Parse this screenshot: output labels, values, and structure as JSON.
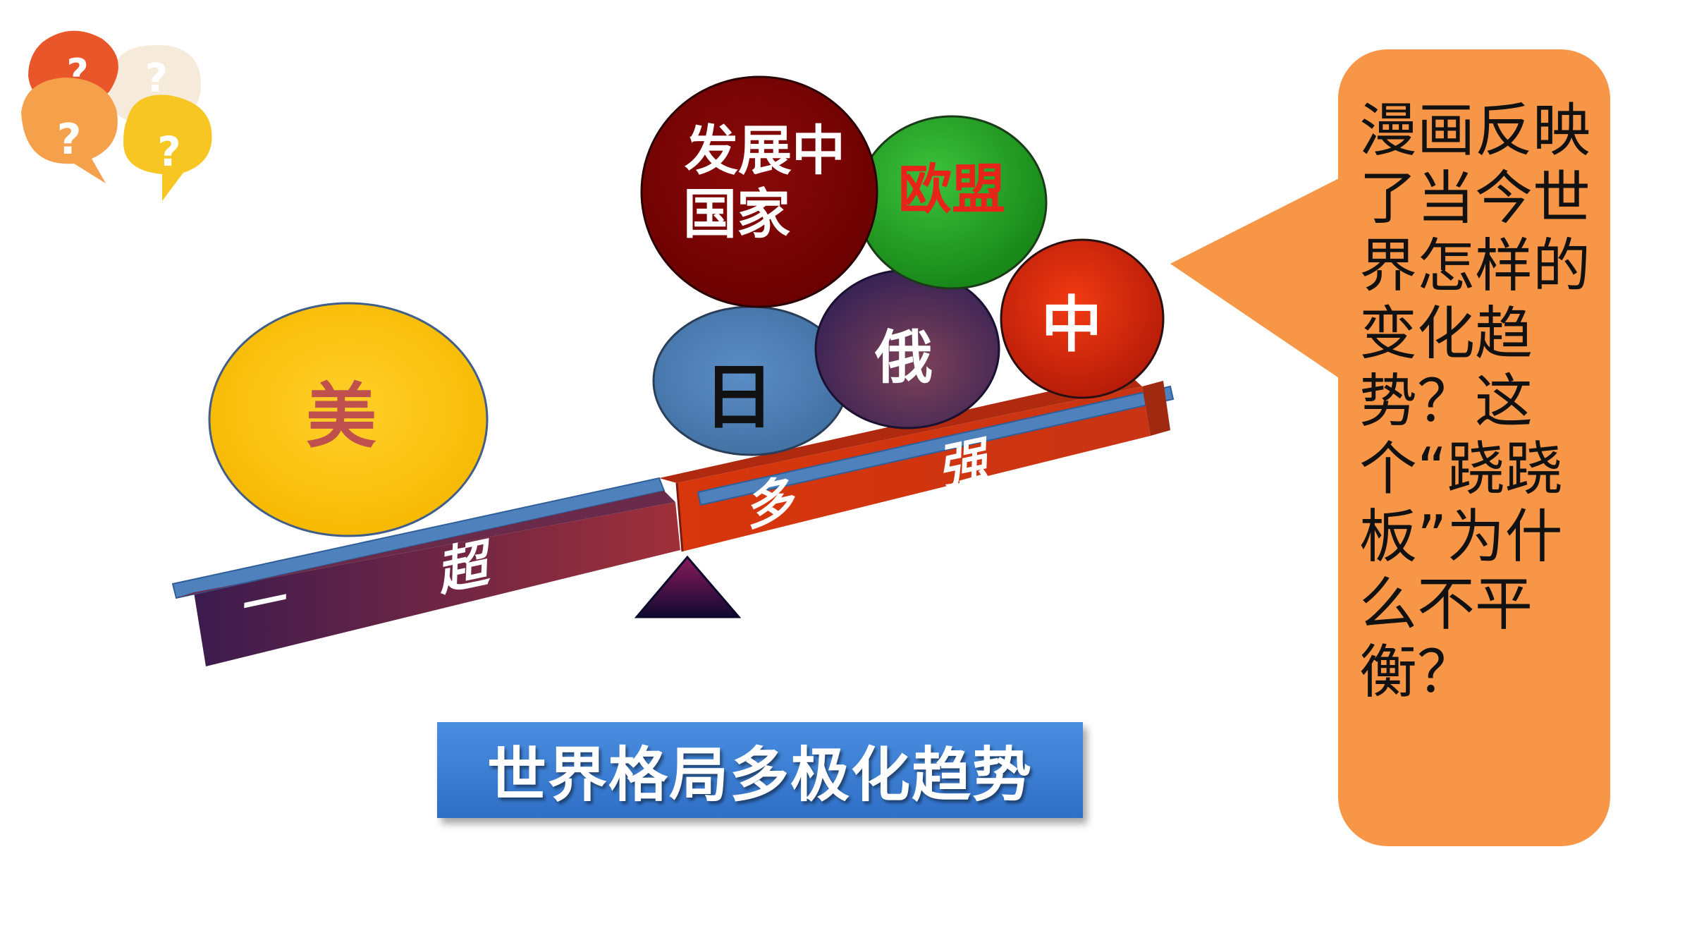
{
  "icon": {
    "name": "question-bubbles-icon",
    "glyph": "?"
  },
  "balls": {
    "usa": {
      "label": "美",
      "color": "#FDC20A",
      "text_color": "#C0504D"
    },
    "developing": {
      "label": "发展中国家",
      "line1": "发展中",
      "line2": "国家",
      "color": "#7B0000",
      "text_color": "#FFFFFF"
    },
    "eu": {
      "label": "欧盟",
      "color": "#1FA01F",
      "text_color": "#E8231A"
    },
    "japan": {
      "label": "日",
      "color": "#4F81BD",
      "text_color": "#111111"
    },
    "russia": {
      "label": "俄",
      "color": "#4A2A5A",
      "text_color": "#FFFFFF"
    },
    "china": {
      "label": "中",
      "color": "#E02810",
      "text_color": "#FFFFFF"
    }
  },
  "board": {
    "left_chars": [
      "一",
      "超"
    ],
    "right_chars": [
      "多",
      "强"
    ],
    "left_color": "#5B2343",
    "right_color": "#D23C14",
    "top_color": "#4F81BD"
  },
  "title": "世界格局多极化趋势",
  "question": "漫画反映了当今世界怎样的变化趋势？这个“跷跷板”为什么不平衡？",
  "colors": {
    "callout": "#F79646",
    "title_box": "#3A7BD5"
  }
}
